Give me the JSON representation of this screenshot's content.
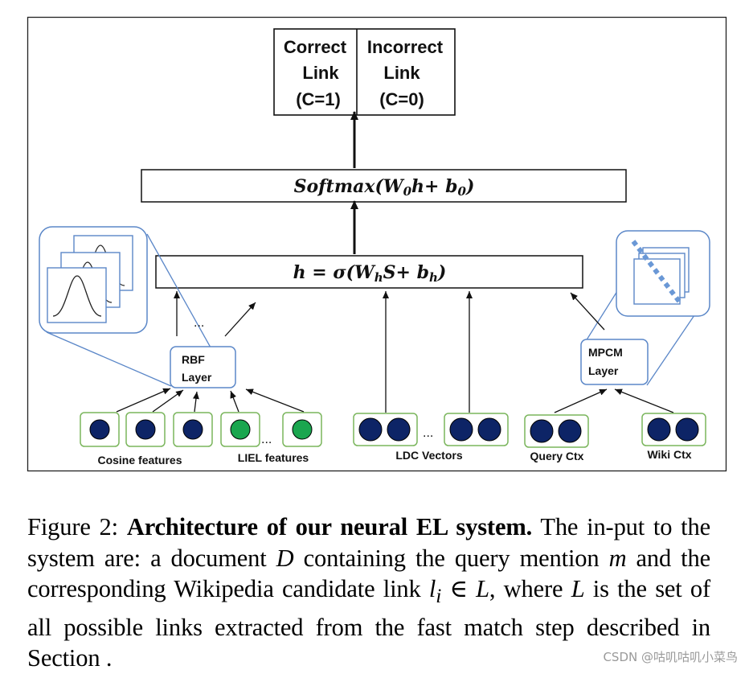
{
  "output": {
    "correct": [
      "Correct",
      "Link",
      "(C=1)"
    ],
    "incorrect": [
      "Incorrect",
      "Link",
      "(C=0)"
    ]
  },
  "softmax_layer": "Softmax(W0h+ b0)",
  "hidden_layer": "h = σ(WhS+ bh)",
  "rbf_layer": [
    "RBF",
    "Layer"
  ],
  "mpcm_layer": [
    "MPCM",
    "Layer"
  ],
  "ellipsis": "...",
  "input_groups": {
    "cosine": "Cosine features",
    "liel": "LIEL features",
    "ldc": "LDC Vectors",
    "query": "Query Ctx",
    "wiki": "Wiki Ctx"
  },
  "colors": {
    "node_dark": "#0d2466",
    "node_green": "#1aa64f",
    "input_border": "#7ab55c",
    "zoom_border": "#5b87c8",
    "dot_line": "#6a98d6"
  },
  "caption": {
    "label": "Figure 2:",
    "bold": "Architecture of our neural EL system.",
    "p1": " The in-put to the system are: a document ",
    "var_d": "D",
    "p2": " containing the query mention ",
    "var_m": "m",
    "p3": " and the corresponding Wikipedia candidate link ",
    "var_li": "l",
    "sub_i": "i",
    "p4": " ∈ ",
    "var_L": "L",
    "p5": ", where ",
    "var_L2": "L",
    "p6": " is the set of all possible links extracted from the fast match step described in Section ."
  },
  "watermark": "CSDN @咕叽咕叽小菜鸟"
}
